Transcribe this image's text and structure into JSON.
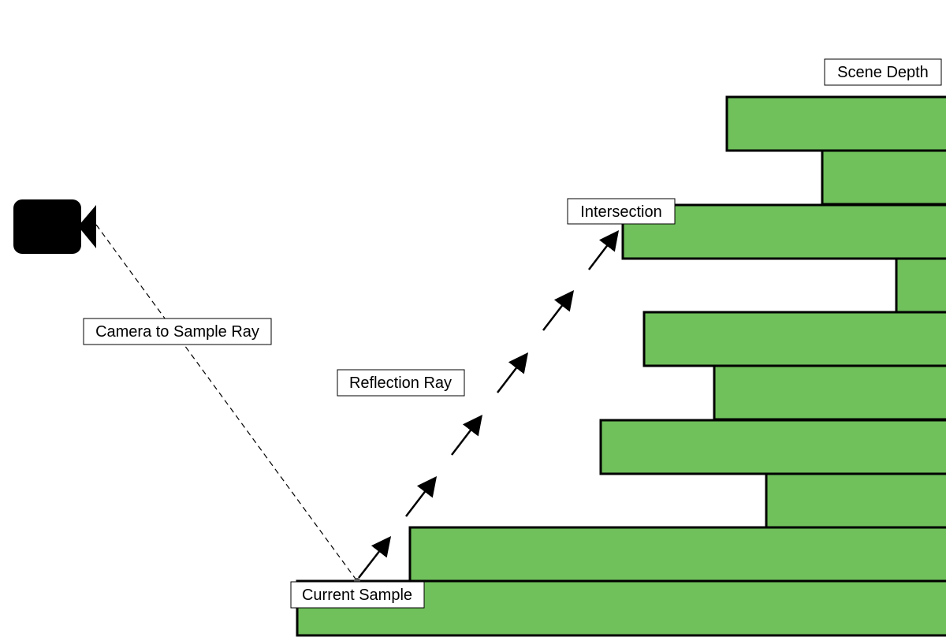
{
  "colors": {
    "depth_fill": "#70c05c",
    "outline": "#000000",
    "label_bg": "#ffffff"
  },
  "labels": {
    "scene_depth": "Scene Depth",
    "intersection": "Intersection",
    "camera_ray": "Camera to Sample Ray",
    "reflection_ray": "Reflection Ray",
    "current_sample": "Current Sample"
  },
  "icons": {
    "camera": "video-camera-icon"
  }
}
